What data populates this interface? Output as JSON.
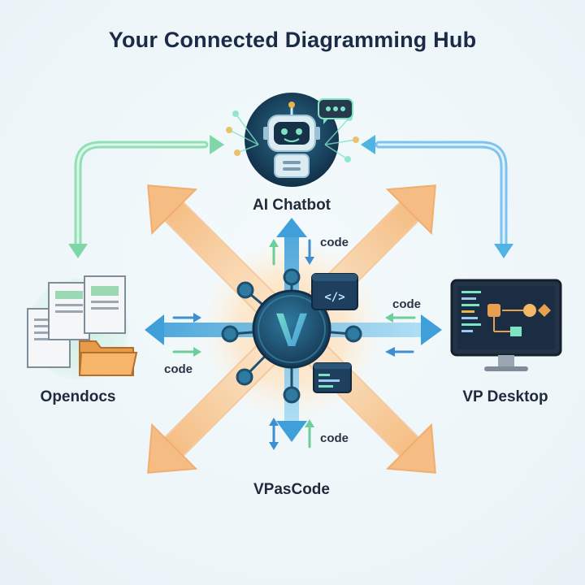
{
  "title": "Your Connected Diagramming Hub",
  "nodes": {
    "top": "AI Chatbot",
    "left": "Opendocs",
    "right": "VP Desktop",
    "bottom": "VPasCode"
  },
  "code_labels": {
    "top": "code",
    "right": "code",
    "left": "code",
    "bottom": "code"
  },
  "hub_letter": "V",
  "colors": {
    "title": "#1b2b46",
    "green_arrow": "#7fd6a6",
    "blue_arrow": "#4fb3e3",
    "orange_arrow": "#f6b878",
    "hub_core": "#1d4f6e"
  }
}
